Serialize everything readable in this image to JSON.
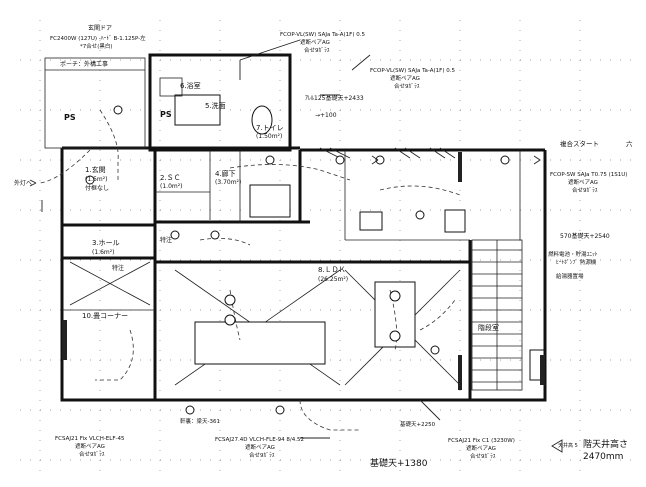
{
  "notes": {
    "door_title": "玄関ドア",
    "door_spec": "FC2400W (127U) -ﾊｰﾄﾞ B-1.125P-左",
    "door_spec2": "*7合せ(黒白)",
    "porch_title": "ポーチ：外構工事",
    "fcop_top1": "FCOP-VL(SW) SAJa Ta-A(1F) 0.5",
    "fcop_top1b": "遮断ペアAG",
    "fcop_top1c": "合せ9ｶﾞﾗｽ",
    "fcop_top2": "FCOP-VL(SW) SAJa Ta-A(1F) 0.5",
    "fcop_top2b": "遮断ペアAG",
    "fcop_top2c": "合せ9ｶﾞﾗｽ",
    "base_2433": "ｱﾚﾙ125基礎天+2433",
    "mark_100": "→+100",
    "fukugo": "複合スタート",
    "fukugo_suffix": "六",
    "fcop_right": "FCOP-SW SAJa T0.75 (1S1U)",
    "fcop_right_b": "遮断ペアAG",
    "fcop_right_c": "合せ9ｶﾞﾗｽ",
    "base_2540": "570基礎天+2540",
    "fuel_cell": "燃料電池・貯湯ﾕﾆｯﾄ",
    "heat_pump": "ﾋｰﾄﾎﾟﾝﾌﾟ 熱源機",
    "meter": "給湯器置場",
    "gaikou": "外灯へ",
    "ps": "PS",
    "bottom_left": "FCSAJ21 Fix VLCH-ELF-45",
    "bottom_left_b": "遮断ペアAG",
    "bottom_left_c": "合せ9ｶﾞﾗｽ",
    "bottom_mid": "FCSAJ27.4D VLCH-FLE-94 8/4.52",
    "bottom_mid_b": "遮断ペアAG",
    "bottom_mid_c": "合せ9ｶﾞﾗｽ",
    "beam_note": "軒裏：梁天-361",
    "base_2250": "基礎天+2250",
    "base_1380": "基礎天+1380",
    "bottom_right": "FCSAJ21 Fix C1 (3230W)",
    "bottom_right_b": "遮断ペアAG",
    "bottom_right_c": "合せ9ｶﾞﾗｽ",
    "ceiling_small": "天井高 5",
    "ceiling_label": "階天井高さ",
    "ceiling_value": "2470mm"
  },
  "rooms": {
    "r1_name": "1.玄関",
    "r1_size": "(1.5m²)",
    "r1_sub": "付框なし",
    "r2_name": "2.ＳＣ",
    "r2_size": "(1.0m²)",
    "r3_name": "3.ホール",
    "r3_size": "(1.6m²)",
    "r4_name": "4.廊下",
    "r4_size": "(3.70m²)",
    "r5_name": "5.洗面",
    "r6_name": "6.浴室",
    "r7_name": "7.トイレ",
    "r7_size": "(1.50m²)",
    "r8_name": "8.ＬＤＫ",
    "r8_size": "(26.25m²)",
    "r9_name": "特注",
    "r10_name": "10.畳コーナー",
    "stairs": "階段室",
    "jyuki": "特注"
  },
  "legend": {
    "ceiling_label": "階天井高さ",
    "ceiling_value": "2470mm"
  }
}
